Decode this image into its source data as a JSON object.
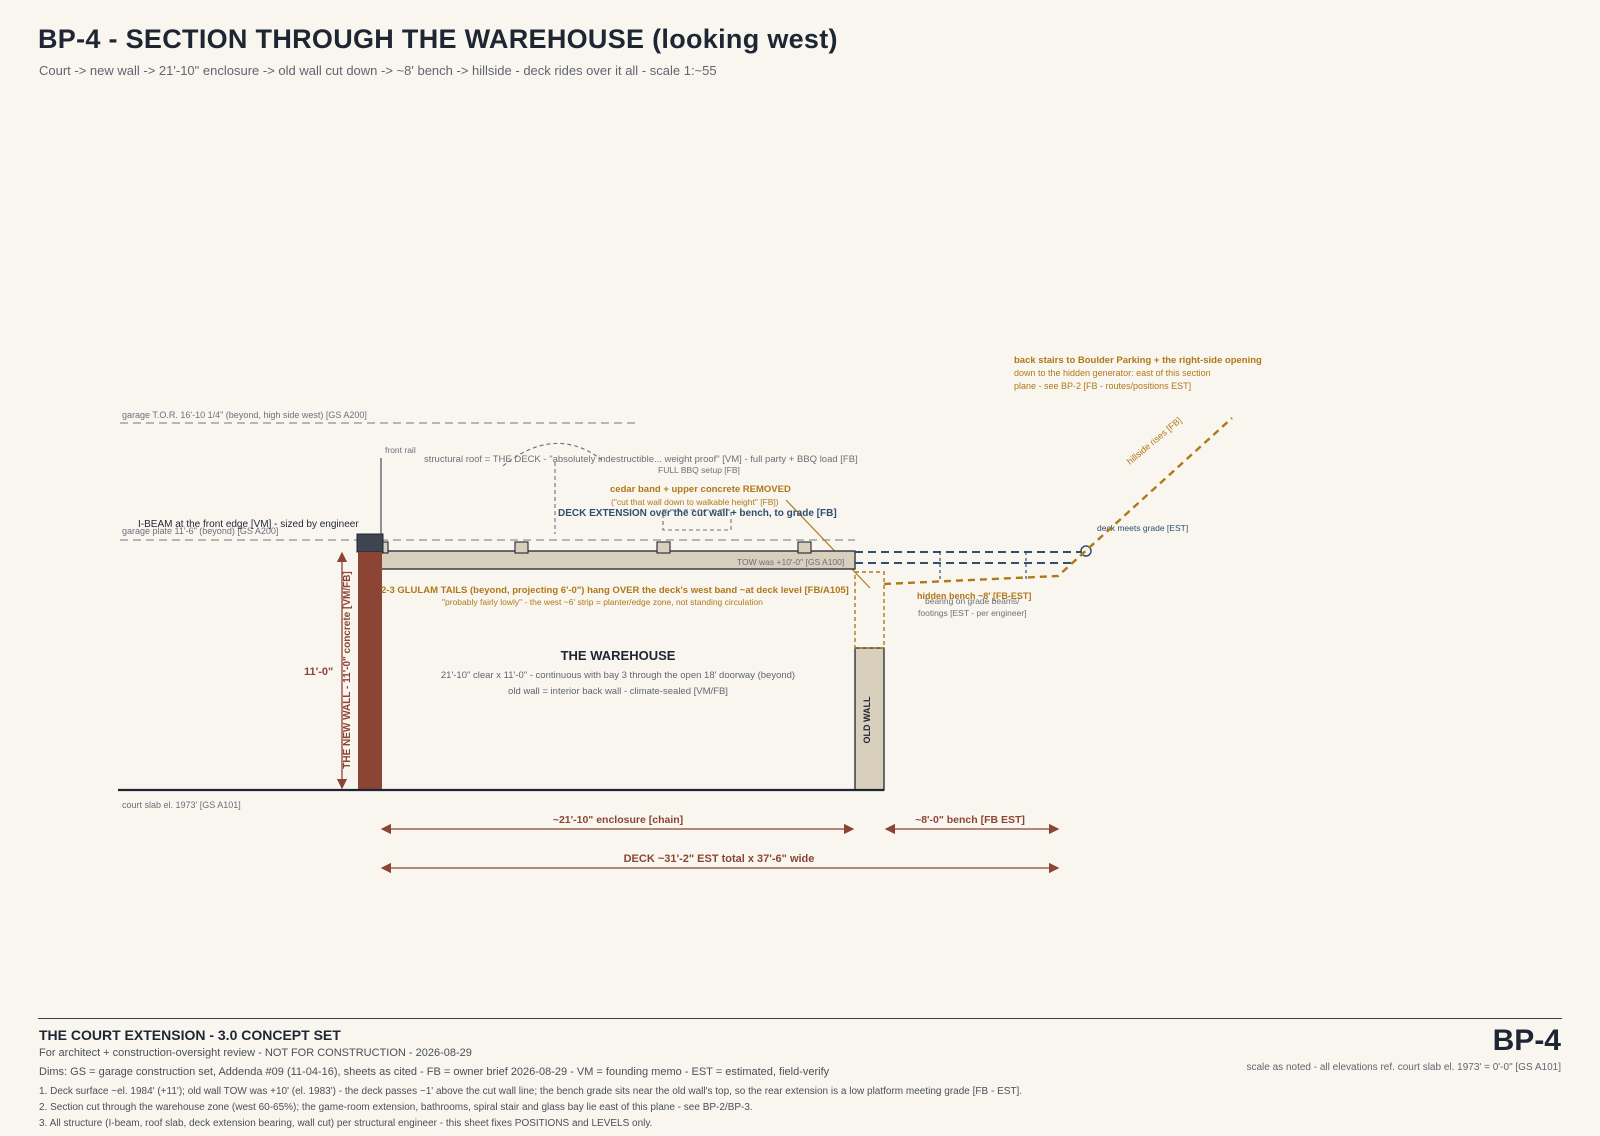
{
  "header": {
    "title": "BP-4 - SECTION THROUGH THE WAREHOUSE (looking west)",
    "subtitle": "Court -> new wall -> 21'-10\" enclosure -> old wall cut down -> ~8' bench -> hillside - deck rides over it all - scale 1:~55"
  },
  "labels": {
    "garage_tor": "garage T.O.R. 16'-10 1/4\" (beyond, high side west) [GS A200]",
    "front_rail": "front rail",
    "structural_roof": "structural roof = THE DECK - \"absolutely indestructible... weight proof\" [VM] - full party + BBQ load [FB]",
    "full_bbq": "FULL BBQ setup [FB]",
    "cedar_band": "cedar band + upper concrete REMOVED",
    "cedar_quote": "(\"cut that wall down to walkable height\" [FB])",
    "deck_extension": "DECK EXTENSION over the cut wall + bench, to grade [FB]",
    "ibeam": "I-BEAM at the front edge [VM] - sized by engineer",
    "garage_plate": "garage plate 11'-6\" (beyond) [GS A200]",
    "tow": "TOW was +10'-0\" [GS A100]",
    "glulam": "2-3 GLULAM TAILS (beyond, projecting 6'-0\") hang OVER the deck's west band ~at deck level [FB/A105]",
    "glulam_quote": "\"probably fairly lowly\" - the west ~6' strip = planter/edge zone, not standing circulation",
    "warehouse_title": "THE WAREHOUSE",
    "warehouse_line1": "21'-10\" clear x 11'-0\" - continuous with bay 3 through the open 18' doorway (beyond)",
    "warehouse_line2": "old wall = interior back wall - climate-sealed [VM/FB]",
    "old_wall": "OLD WALL",
    "new_wall": "THE NEW WALL - 11'-0\" concrete [VM/FB]",
    "height_dim": "11'-0\"",
    "court_slab": "court slab el. 1973' [GS A101]",
    "hidden_bench": "hidden bench ~8' [FB-EST]",
    "bearing1": "bearing on grade beams/",
    "bearing2": "footings [EST - per engineer]",
    "deck_meets_grade": "deck meets grade [EST]",
    "hillside_rises": "hillside rises [FB]",
    "back_stairs_title": "back stairs to Boulder Parking + the right-side opening",
    "back_stairs_line2": "down to the hidden generator: east of this section",
    "back_stairs_line3": "plane - see BP-2 [FB - routes/positions EST]"
  },
  "dimensions": {
    "enclosure": "~21'-10\" enclosure [chain]",
    "bench": "~8'-0\" bench [FB EST]",
    "deck_total": "DECK ~31'-2\" EST total x 37'-6\" wide"
  },
  "footer": {
    "title": "THE COURT EXTENSION - 3.0 CONCEPT SET",
    "line1": "For architect + construction-oversight review - NOT FOR CONSTRUCTION - 2026-08-29",
    "line2": "Dims: GS = garage construction set, Addenda #09 (11-04-16), sheets as cited - FB = owner brief 2026-08-29 - VM = founding memo - EST = estimated, field-verify",
    "notes": [
      "1. Deck surface ~el. 1984' (+11'); old wall TOW was +10' (el. 1983') - the deck passes ~1' above the cut wall line; the bench grade sits near the old wall's top, so the rear extension is a low platform meeting grade [FB - EST].",
      "2. Section cut through the warehouse zone (west 60-65%); the game-room extension, bathrooms, spiral stair and glass bay lie east of this plane - see BP-2/BP-3.",
      "3. All structure (I-beam, roof slab, deck extension bearing, wall cut) per structural engineer - this sheet fixes POSITIONS and LEVELS only."
    ],
    "sheet_no": "BP-4",
    "scale_note": "scale as noted - all elevations ref. court slab el. 1973' = 0'-0\" [GS A101]"
  },
  "colors": {
    "wall": "#8c4535",
    "ochre": "#b07818",
    "deck_blue": "#2f4f6e",
    "slab_fill": "#d8cfbc",
    "ink": "#1f2633",
    "gray": "#6b7078"
  }
}
